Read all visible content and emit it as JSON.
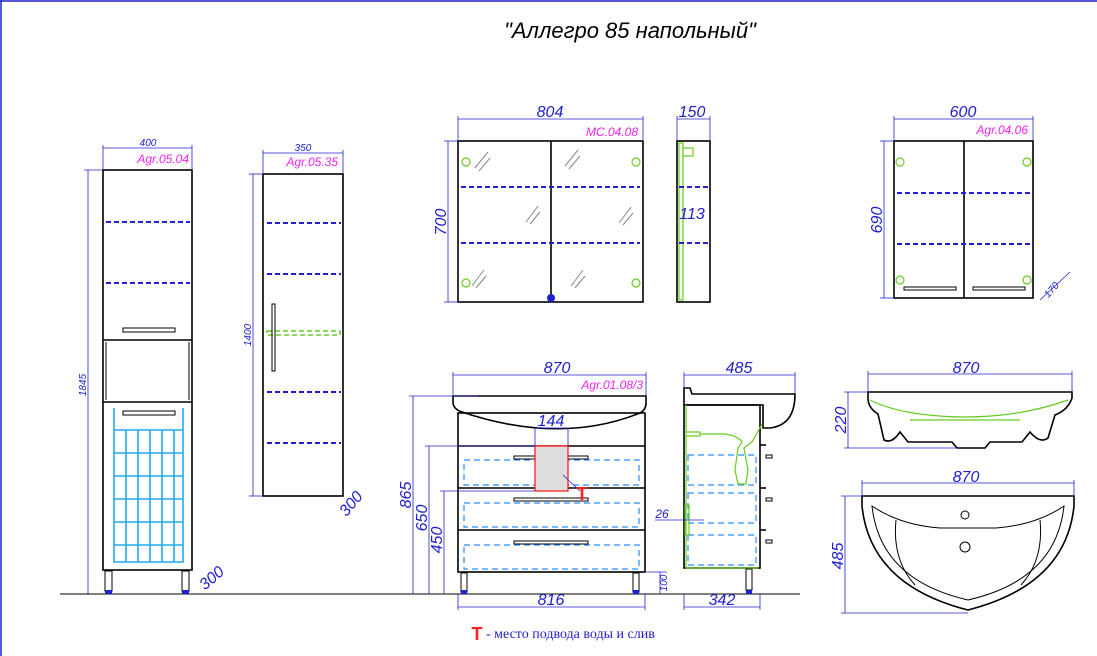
{
  "title": "\"Аллегро 85 напольный\"",
  "tall_cabinet": {
    "code": "Agr.05.04",
    "width": "400",
    "height": "1845",
    "depth": "300"
  },
  "wall_cabinet": {
    "code": "Agr.05.35",
    "width": "350",
    "height": "1400",
    "depth": "300"
  },
  "mirror_cabinet": {
    "code": "MC.04.08",
    "width": "804",
    "height": "700",
    "side_depth": "150",
    "inner_depth": "113"
  },
  "small_cabinet": {
    "code": "Agr.04.06",
    "width": "600",
    "height": "690",
    "depth": "170"
  },
  "vanity": {
    "code": "Agr.01.08/3",
    "top_width": "870",
    "body_width": "816",
    "height": "865",
    "h650": "650",
    "h450": "450",
    "legs": "100",
    "cutout": "144",
    "side_depth": "485",
    "side_body": "342",
    "offset": "26",
    "tap_marker": "T"
  },
  "basin": {
    "front_width": "870",
    "front_height": "220",
    "top_width": "870",
    "top_depth": "485"
  },
  "legend": {
    "marker": "T",
    "text": "- место подвода воды и слив"
  },
  "colors": {
    "dimension": "#2020d0",
    "code": "#ee22ee",
    "marker": "#ff2020",
    "basket": "#22aaee",
    "plumbing": "#66cc22"
  }
}
